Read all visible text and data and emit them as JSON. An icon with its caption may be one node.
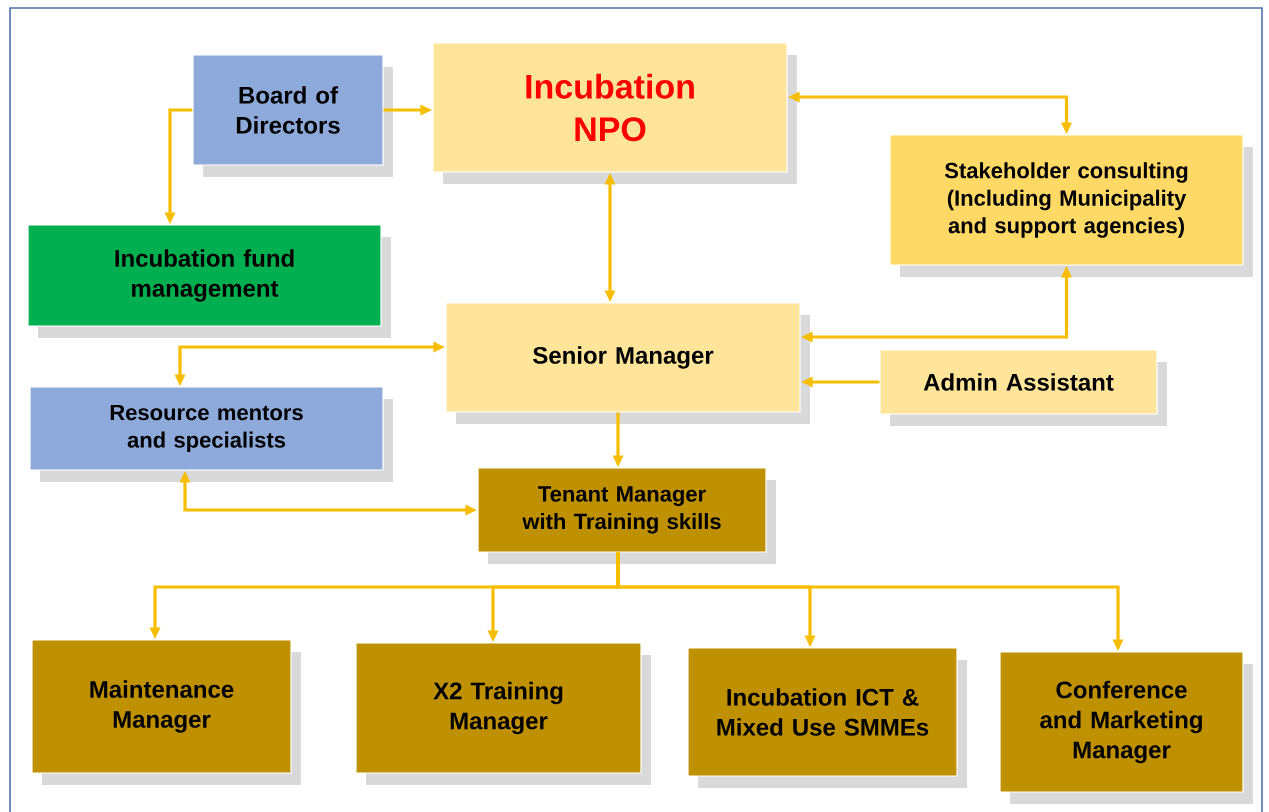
{
  "diagram": {
    "nodes": [
      {
        "text": [
          "Board of Directors"
        ]
      },
      {
        "text": [
          "Incubation NPO"
        ]
      },
      {
        "text": [
          "Stakeholder consulting (Including Municipality and support agencies)"
        ]
      },
      {
        "text": [
          "Incubation fund management"
        ]
      },
      {
        "text": [
          "Senior Manager"
        ]
      },
      {
        "text": [
          "Admin Assistant"
        ]
      },
      {
        "text": [
          "Resource mentors and specialists"
        ]
      },
      {
        "text": [
          "Tenant Manager with Training skills"
        ]
      },
      {
        "text": [
          "Maintenance Manager"
        ]
      },
      {
        "text": [
          "X2 Training Manager"
        ]
      },
      {
        "text": [
          "Incubation ICT & Mixed Use SMMEs"
        ]
      },
      {
        "text": [
          "Conference and Marketing Manager"
        ]
      }
    ],
    "edges": [
      {
        "from": 0,
        "to": 1,
        "arrow": "to"
      },
      {
        "from": 0,
        "to": 3,
        "arrow": "to"
      },
      {
        "from": 1,
        "to": 2,
        "arrow": "both"
      },
      {
        "from": 1,
        "to": 4,
        "arrow": "both"
      },
      {
        "from": 4,
        "to": 2,
        "arrow": "both"
      },
      {
        "from": 5,
        "to": 4,
        "arrow": "to"
      },
      {
        "from": 4,
        "to": 6,
        "arrow": "both"
      },
      {
        "from": 4,
        "to": 7,
        "arrow": "to"
      },
      {
        "from": 6,
        "to": 7,
        "arrow": "both"
      },
      {
        "from": 7,
        "to": 8,
        "arrow": "to"
      },
      {
        "from": 7,
        "to": 9,
        "arrow": "to"
      },
      {
        "from": 7,
        "to": 10,
        "arrow": "to"
      },
      {
        "from": 7,
        "to": 11,
        "arrow": "to"
      }
    ]
  }
}
